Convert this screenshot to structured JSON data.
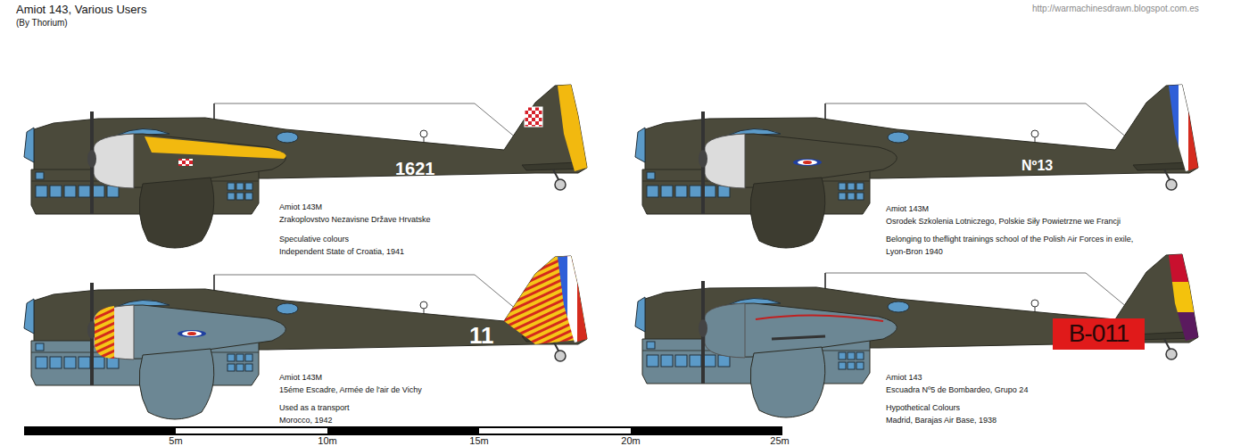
{
  "diagram": {
    "title": "Amiot 143, Various Users",
    "labels": [
      "(By Thorium)",
      "http://warmachinesdrawn.blogspot.com.es",
      "1621",
      "Amiot 143M",
      "Zrakoplovstvo Nezavisne Države Hrvatske",
      "Speculative colours",
      "Independent State of Croatia, 1941",
      "Nº13",
      "Amiot 143M",
      "Osrodek Szkolenia Lotniczego, Polskie Siły Powietrzne we Francji",
      "Belonging to theflight trainings school of the Polish Air Forces in exile,",
      "Lyon-Bron 1940",
      "11",
      "Amiot 143M",
      "15éme Escadre, Armée de l'air de Vichy",
      "Used as a transport",
      "Morocco, 1942",
      "B-011",
      "Amiot 143",
      "Escuadra Nº5 de Bombardeo, Grupo 24",
      "Hypothetical Colours",
      "Madrid, Barajas Air Base, 1938",
      "5m",
      "10m",
      "15m",
      "20m",
      "25m"
    ]
  }
}
